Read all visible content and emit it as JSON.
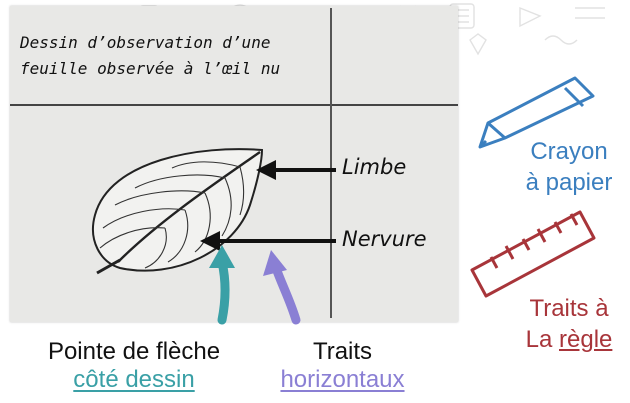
{
  "paper": {
    "title_line1": "Dessin d’observation d’une",
    "title_line2": "feuille observée à l’œil nu"
  },
  "labels": {
    "limbe": "Limbe",
    "nervure": "Nervure"
  },
  "tips": {
    "arrow_tip_line1": "Pointe de flèche",
    "arrow_tip_line2": "côté dessin",
    "traits_line1": "Traits",
    "traits_line2": "horizontaux"
  },
  "tools": {
    "pencil_line1": "Crayon",
    "pencil_line2": "à papier",
    "ruler_line1": "Traits à",
    "ruler_line2_prefix": "La ",
    "ruler_line2_underlined": "règle"
  },
  "colors": {
    "teal": "#3aa0a6",
    "purple": "#8a7fd4",
    "blue": "#3b7fbf",
    "red": "#a8353a"
  }
}
